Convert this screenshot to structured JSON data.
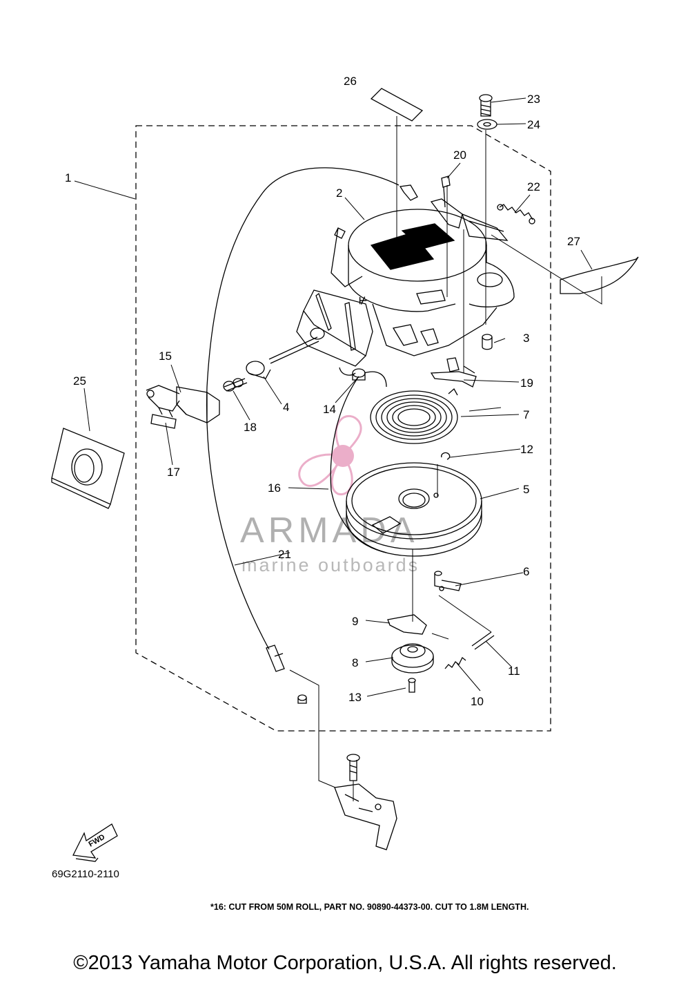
{
  "diagram_code": "69G2110-2110",
  "footnote": "*16: CUT FROM 50M ROLL, PART NO. 90890-44373-00. CUT TO 1.8M LENGTH.",
  "copyright": "©2013 Yamaha Motor Corporation, U.S.A. All rights reserved.",
  "watermark": {
    "title": "ARMADA",
    "subtitle": "marine outboards"
  },
  "direction_label": "FWD",
  "callouts": {
    "c1": "1",
    "c2": "2",
    "c3": "3",
    "c4": "4",
    "c5": "5",
    "c6": "6",
    "c7": "7",
    "c8": "8",
    "c9": "9",
    "c10": "10",
    "c11": "11",
    "c12": "12",
    "c13": "13",
    "c14": "14",
    "c15": "15",
    "c16": "16",
    "c17": "17",
    "c18": "18",
    "c19": "19",
    "c20": "20",
    "c21": "21",
    "c22": "22",
    "c23": "23",
    "c24": "24",
    "c25": "25",
    "c26": "26",
    "c27": "27"
  },
  "colors": {
    "line": "#000000",
    "watermark_pink": "#e8a0c0",
    "watermark_gray": "#b0b0b0"
  }
}
